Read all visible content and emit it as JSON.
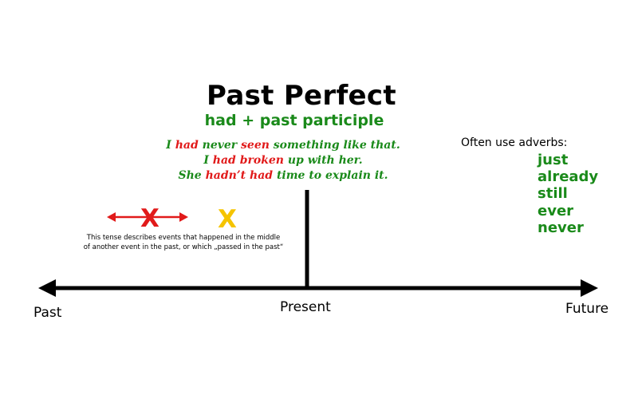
{
  "title": "Past Perfect",
  "formula": "had + past participle",
  "examples": [
    [
      {
        "text": "I ",
        "red": false
      },
      {
        "text": "had",
        "red": true
      },
      {
        "text": " never ",
        "red": false
      },
      {
        "text": "seen",
        "red": true
      },
      {
        "text": " something like that.",
        "red": false
      }
    ],
    [
      {
        "text": "I ",
        "red": false
      },
      {
        "text": "had broken",
        "red": true
      },
      {
        "text": " up with her.",
        "red": false
      }
    ],
    [
      {
        "text": "She ",
        "red": false
      },
      {
        "text": "hadn’t had",
        "red": true
      },
      {
        "text": " time to explain it.",
        "red": false
      }
    ]
  ],
  "adverbs": {
    "label": "Often use adverbs:",
    "items": [
      "just",
      "already",
      "still",
      "ever",
      "never"
    ]
  },
  "note": {
    "line1": "This tense describes events that happened in the middle",
    "line2": "of another event in the past, or which „passed in the past“"
  },
  "timeline": {
    "past": "Past",
    "present": "Present",
    "future": "Future"
  },
  "markers": {
    "red_x": "X",
    "yellow_x": "X"
  },
  "colors": {
    "green": "#1a8a1a",
    "red": "#e11a1a",
    "yellow": "#f5c400",
    "black": "#000000"
  }
}
